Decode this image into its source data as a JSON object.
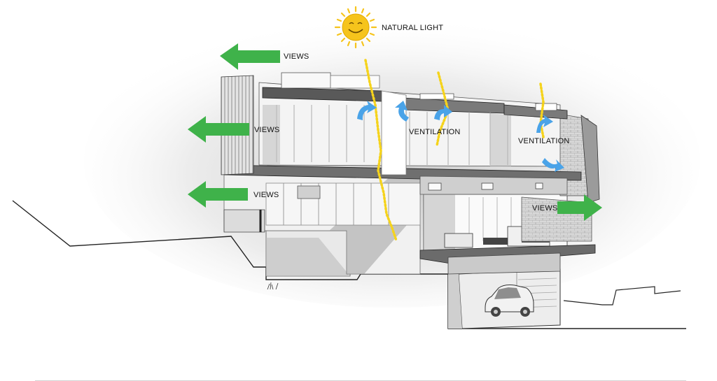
{
  "labels": {
    "natural_light": "NATURAL LIGHT",
    "views_top": "VIEWS",
    "views_upper": "VIEWS",
    "views_middle": "VIEWS",
    "views_right": "VIEWS",
    "ventilation_center": "VENTILATION",
    "ventilation_right": "VENTILATION"
  },
  "colors": {
    "views_arrow": "#3fb24a",
    "ventilation_arrow": "#4aa3e8",
    "light_path": "#f5d31c",
    "sun": "#f6c41c"
  },
  "icons": {
    "sun": "smiling-sun-icon",
    "car": "car-icon"
  }
}
